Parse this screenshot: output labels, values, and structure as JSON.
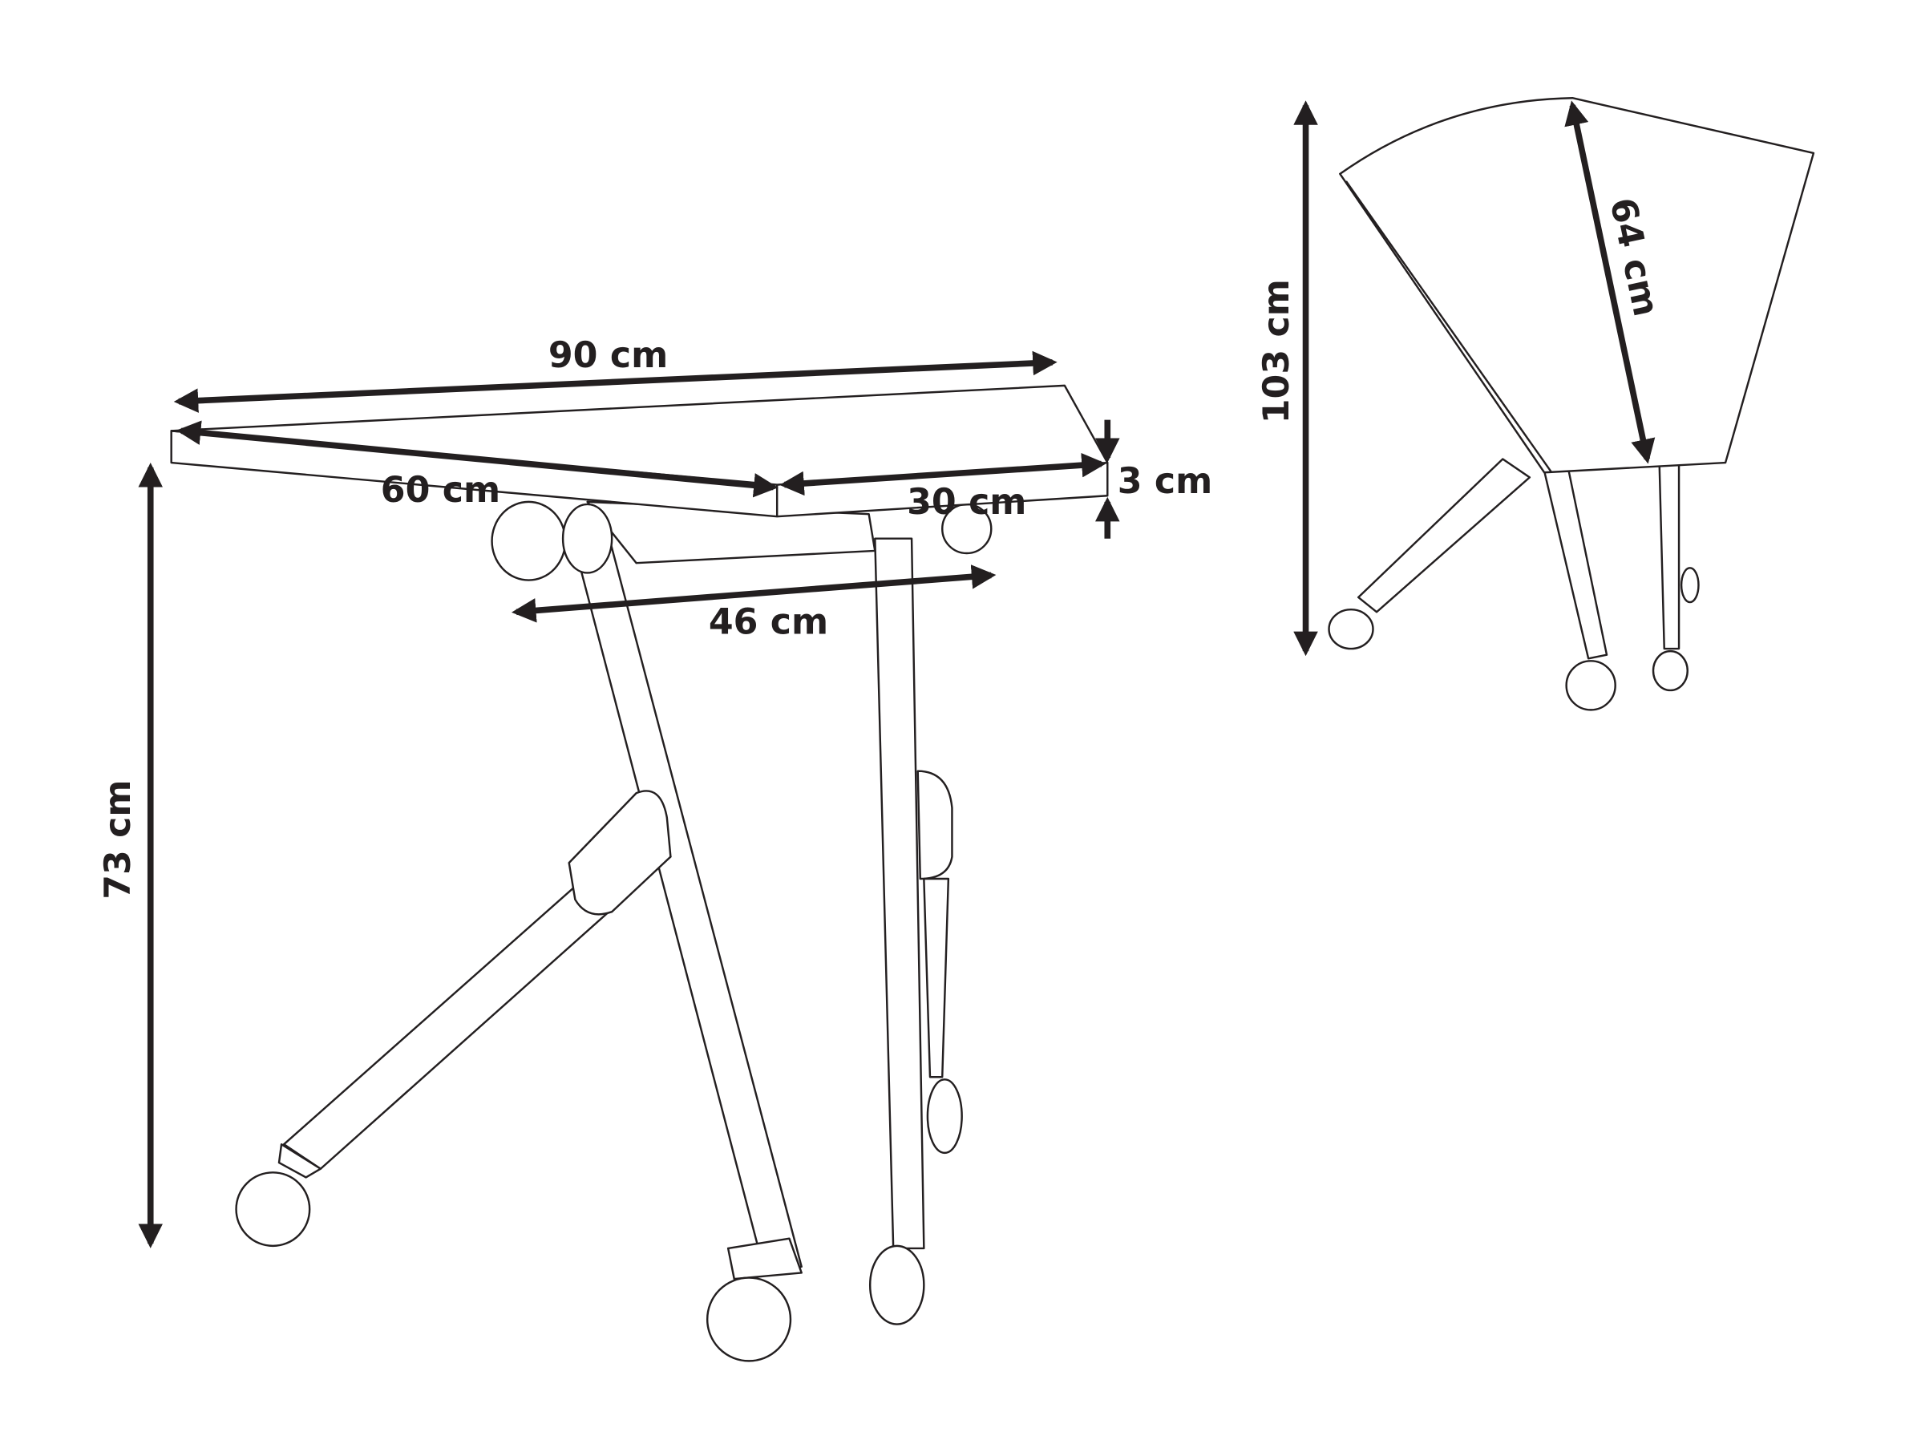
{
  "colors": {
    "line": "#231f20",
    "background": "#ffffff"
  },
  "main_view": {
    "dimensions": {
      "width": "90 cm",
      "depth_long": "60 cm",
      "depth_short": "30 cm",
      "thickness": "3 cm",
      "leg_spread": "46 cm",
      "height": "73 cm"
    }
  },
  "folded_view": {
    "dimensions": {
      "height": "103 cm",
      "top_depth": "64 cm"
    }
  }
}
